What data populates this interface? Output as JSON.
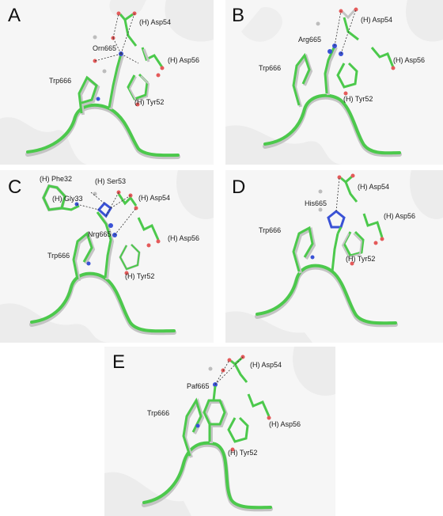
{
  "panels": {
    "a": {
      "letter": "A",
      "labels": {
        "res_orn": "Orn665",
        "asp54": "(H) Asp54",
        "asp56": "(H) Asp56",
        "trp": "Trp666",
        "tyr": "(H) Tyr52"
      }
    },
    "b": {
      "letter": "B",
      "labels": {
        "res_arg": "Arg665",
        "asp54": "(H) Asp54",
        "asp56": "(H) Asp56",
        "trp": "Trp666",
        "tyr": "(H) Tyr52"
      }
    },
    "c": {
      "letter": "C",
      "labels": {
        "phe32": "(H) Phe32",
        "ser53": "(H) Ser53",
        "asp54": "(H) Asp54",
        "gly33": "(H) Gly33",
        "res_nrg": "Nrg665",
        "asp56": "(H) Asp56",
        "trp": "Trp666",
        "tyr": "(H) Tyr52"
      }
    },
    "d": {
      "letter": "D",
      "labels": {
        "asp54": "(H) Asp54",
        "res_his": "His665",
        "asp56": "(H) Asp56",
        "trp": "Trp666",
        "tyr": "(H) Tyr52"
      }
    },
    "e": {
      "letter": "E",
      "labels": {
        "asp54": "(H) Asp54",
        "res_paf": "Paf665",
        "trp": "Trp666",
        "asp56": "(H) Asp56",
        "tyr": "(H) Tyr52"
      }
    }
  },
  "colors": {
    "surface": "#f6f6f6",
    "surface_shadow": "#e7e7e7",
    "stick_green": "#4cc94c",
    "stick_grey": "#c4c4c4",
    "oxygen": "#e45a5a",
    "nitrogen": "#3a52d6",
    "water": "#bdbdbd",
    "hbond": "#333333"
  }
}
